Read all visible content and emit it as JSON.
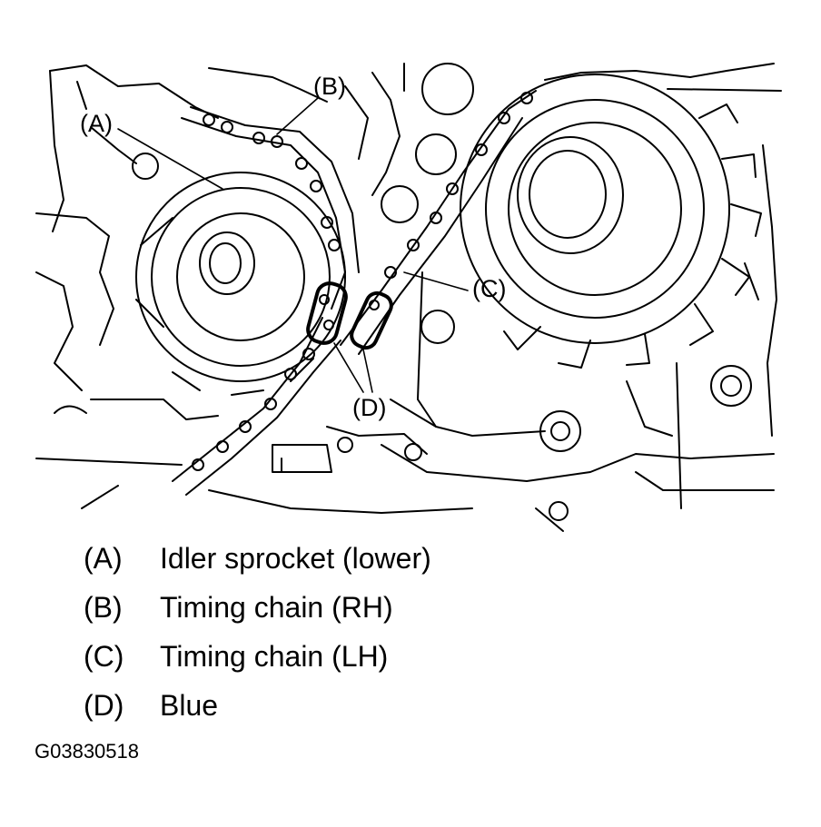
{
  "callouts": {
    "a": "(A)",
    "b": "(B)",
    "c": "(C)",
    "d": "(D)"
  },
  "legend": [
    {
      "key": "(A)",
      "text": "Idler sprocket (lower)"
    },
    {
      "key": "(B)",
      "text": "Timing chain (RH)"
    },
    {
      "key": "(C)",
      "text": "Timing chain (LH)"
    },
    {
      "key": "(D)",
      "text": "Blue"
    }
  ],
  "figure_code": "G03830518",
  "colors": {
    "ink": "#000000",
    "paper": "#ffffff"
  },
  "icons": [
    "idler-sprocket-icon",
    "cam-sprocket-icon",
    "timing-chain-icon"
  ]
}
